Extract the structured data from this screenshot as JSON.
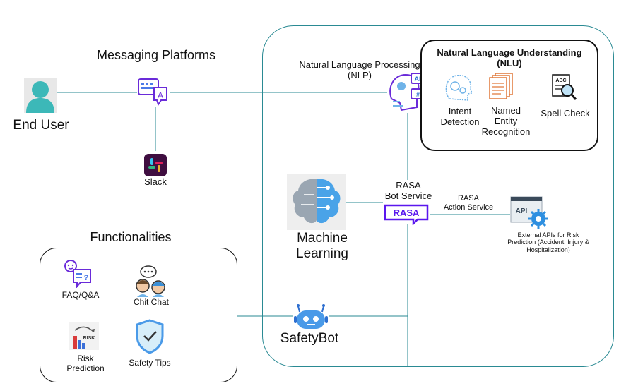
{
  "end_user": {
    "label": "End User"
  },
  "messaging": {
    "title": "Messaging Platforms",
    "slack_label": "Slack"
  },
  "nlp": {
    "line1": "Natural Language Processing",
    "line2": "(NLP)"
  },
  "nlu": {
    "title_line1": "Natural Language Understanding",
    "title_line2": "(NLU)",
    "intent": [
      "Intent",
      "Detection"
    ],
    "ner": [
      "Named",
      "Entity",
      "Recognition"
    ],
    "spell": "Spell Check"
  },
  "ml": {
    "line1": "Machine",
    "line2": "Learning"
  },
  "rasa": {
    "line1": "RASA",
    "line2": "Bot Service",
    "logo": "RASA"
  },
  "action": {
    "line1": "RASA",
    "line2": "Action Service"
  },
  "api": {
    "badge": "API",
    "line1": "External APIs for Risk",
    "line2": "Prediction (Accident, Injury &",
    "line3": "Hospitalization)"
  },
  "functionalities": {
    "title": "Functionalities",
    "faq": "FAQ/Q&A",
    "chit": "Chit Chat",
    "risk_line1": "Risk",
    "risk_line2": "Prediction",
    "risk_badge": "RISK",
    "safety": "Safety Tips"
  },
  "safetybot": {
    "label": "SafetyBot"
  },
  "colors": {
    "teal": "#2a8a93",
    "purple": "#6a2bd9",
    "blue": "#3a8fd6",
    "user": "#3cb8b8"
  }
}
